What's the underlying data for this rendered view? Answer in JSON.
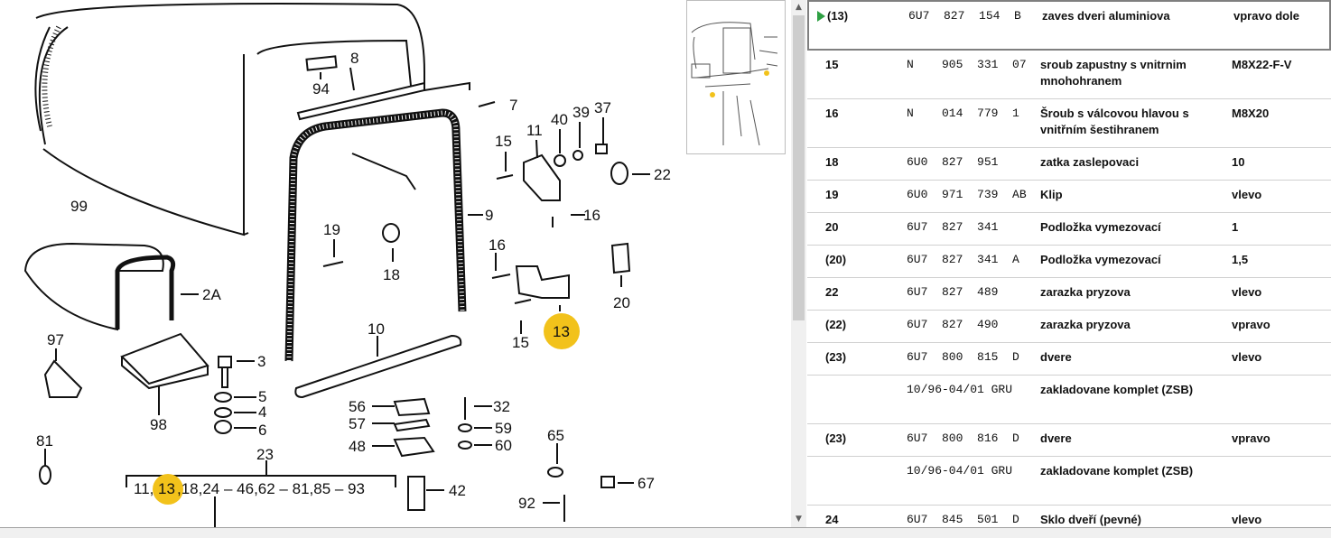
{
  "diagram": {
    "callouts": [
      "99",
      "94",
      "8",
      "7",
      "2A",
      "97",
      "98",
      "3",
      "5",
      "4",
      "6",
      "81",
      "23",
      "11,",
      "13",
      ",18,24 – 46,62 – 81,85 – 93",
      "15",
      "11",
      "40",
      "39",
      "37",
      "22",
      "16",
      "9",
      "19",
      "18",
      "16",
      "13",
      "15",
      "20",
      "10",
      "56",
      "57",
      "48",
      "32",
      "59",
      "60",
      "42",
      "65",
      "67",
      "92"
    ],
    "highlight_color": "#f2c21b"
  },
  "table": {
    "rows": [
      {
        "pos": "(13)",
        "part": "6U7  827  154  B",
        "desc": "zaves dveri aluminiova",
        "note": "vpravo dole",
        "selected": true
      },
      {
        "pos": "15",
        "part": "N    905  331  07",
        "desc": "sroub zapustny s vnitrnim mnohohranem",
        "note": "M8X22-F-V"
      },
      {
        "pos": "16",
        "part": "N    014  779  1",
        "desc": "Šroub s válcovou hlavou s vnitřním šestihranem",
        "note": "M8X20"
      },
      {
        "pos": "18",
        "part": "6U0  827  951",
        "desc": "zatka zaslepovaci",
        "note": "10"
      },
      {
        "pos": "19",
        "part": "6U0  971  739  AB",
        "desc": "Klip",
        "note": "vlevo"
      },
      {
        "pos": "20",
        "part": "6U7  827  341",
        "desc": "Podložka vymezovací",
        "note": "1"
      },
      {
        "pos": "(20)",
        "part": "6U7  827  341  A",
        "desc": "Podložka vymezovací",
        "note": "1,5"
      },
      {
        "pos": "22",
        "part": "6U7  827  489",
        "desc": "zarazka pryzova",
        "note": "vlevo"
      },
      {
        "pos": "(22)",
        "part": "6U7  827  490",
        "desc": "zarazka pryzova",
        "note": "vpravo"
      },
      {
        "pos": "(23)",
        "part": "6U7  800  815  D",
        "desc": "dvere",
        "note": "vlevo"
      },
      {
        "pos": "",
        "part": "10/96-04/01 GRU",
        "desc": "zakladovane komplet (ZSB)",
        "note": ""
      },
      {
        "pos": "(23)",
        "part": "6U7  800  816  D",
        "desc": "dvere",
        "note": "vpravo"
      },
      {
        "pos": "",
        "part": "10/96-04/01 GRU",
        "desc": "zakladovane komplet (ZSB)",
        "note": ""
      },
      {
        "pos": "24",
        "part": "6U7  845  501  D",
        "desc": "Sklo dveří (pevné)",
        "note": "vlevo"
      }
    ]
  },
  "scrollbar": {
    "up_icon": "▲",
    "down_icon": "▼"
  }
}
